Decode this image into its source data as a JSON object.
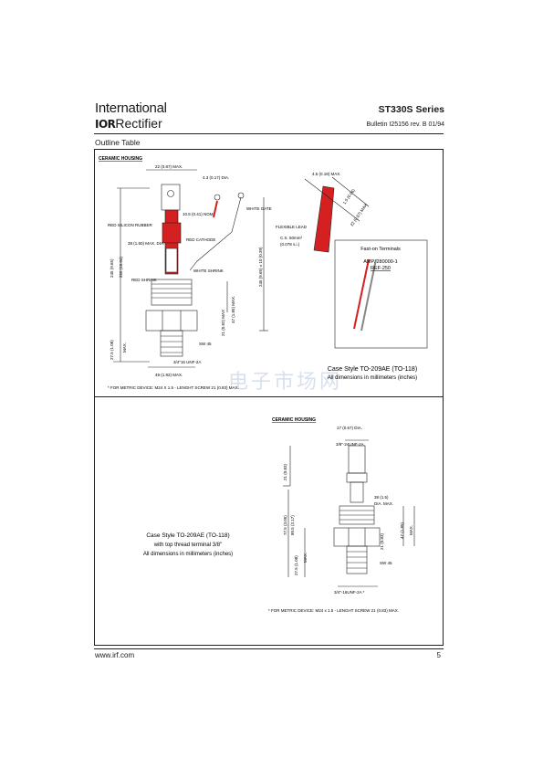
{
  "header": {
    "logo_line1": "International",
    "logo_ior": "IOR",
    "logo_line2": "Rectifier",
    "series": "ST330S Series",
    "bulletin": "Bulletin I25156  rev. B  01/94"
  },
  "section_title": "Outline Table",
  "watermark": "电子市场网",
  "drawing1": {
    "housing_label": "CERAMIC HOUSING",
    "labels": {
      "width_top": "22 (0.87) MAX.",
      "dia_small": "4.3 (0.17) DIA.",
      "nom": "10.5 (0.41) NOM.",
      "red_silicon_rubber": "RED SILICON RUBBER",
      "red_cathode": "RED CATHODE",
      "white_gate": "WHITE GATE",
      "max_dia": "38 (1.50) MAX. DIA.",
      "white_shrink": "WHITE SHRINK",
      "red_shrink": "RED SHRINK",
      "h_245": "245 (9.65)",
      "h_255": "255 (10.04)",
      "h_245b": "245 (9.65) ± 10 (0.39)",
      "d_47": "47 (1.85) MAX.",
      "d_21": "21 (0.82) MAX",
      "sw": "SW 45",
      "d_275": "27.5 (1.08)",
      "max": "MAX.",
      "thread": "3/4\"16 UNF-2A",
      "width_bottom": "49 (1.92) MAX.",
      "side_45": "4.5 (0.18) MAX.",
      "side_1": "1.5 (0.06)",
      "side_2": "22 (0.87) MAX",
      "flex": "FLEXIBLE LEAD",
      "cs": "C.S. 50mm²",
      "cs2": "(0.078 s.i.)"
    },
    "fast_on": {
      "title": "Fast-on Terminals",
      "amp": "AMP. 280000-1",
      "ref": "REF-250"
    },
    "case_style": "Case Style TO-209AE (TO-118)",
    "dims_note": "All dimensions in millimeters (inches)",
    "footnote": "* FOR METRIC DEVICE: M24 X 1.5 - LENGHT SCREW 21 (0.83) MAX."
  },
  "drawing2": {
    "housing_label": "CERAMIC HOUSING",
    "labels": {
      "dia": "17 (0.67) DIA.",
      "top_thread": "3/8\"-24UNF-2A",
      "d_21": "21 (0.83)",
      "d_77": "77.5 (3.05)",
      "d_80": "80.5 (3.17)",
      "max_dia": "38 (1.5)",
      "max_dia2": "DIA. MAX.",
      "d_47": "47 (1.85)",
      "max": "MAX.",
      "d_21b": "21 (0.83)",
      "sw": "SW 45",
      "d_275": "27.5 (1.08)",
      "max2": "MAX.",
      "thread": "3/4\"-16UNF-2A *"
    },
    "case_style": "Case Style TO-209AE (TO-118)",
    "sub": "with top thread terminal 3/8\"",
    "dims_note": "All dimensions in millimeters (inches)",
    "footnote": "* FOR METRIC DEVICE: M24 x 1.5 - LENGHT SCREW 21 (0.83) MAX."
  },
  "footer": {
    "url": "www.irf.com",
    "page": "5"
  },
  "colors": {
    "red": "#d42020",
    "ink": "#222222"
  }
}
